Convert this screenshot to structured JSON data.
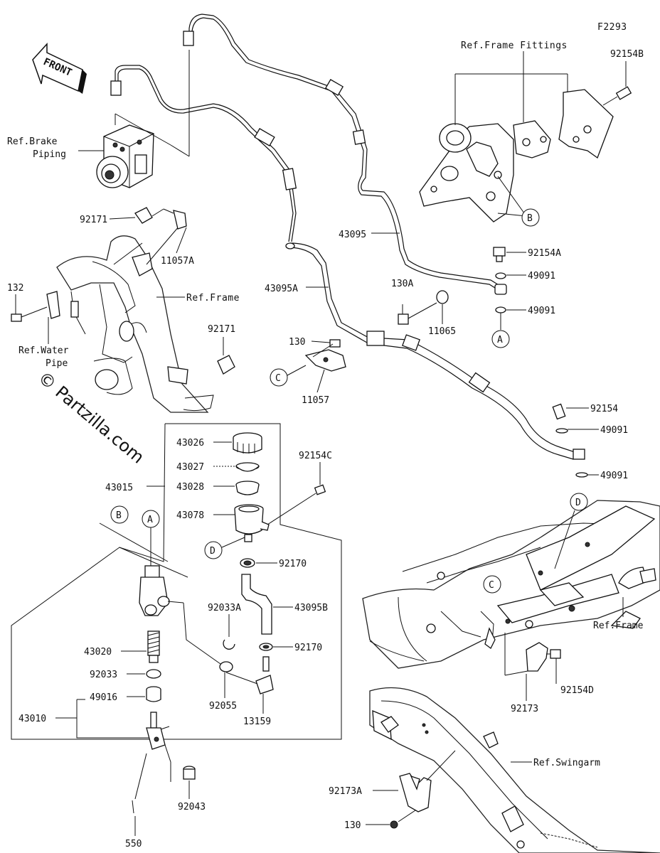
{
  "figure_id": "F2293",
  "front_arrow": "FRONT",
  "watermark": "© Partzilla.com",
  "refs": {
    "frame_fittings": "Ref.Frame Fittings",
    "brake_piping_1": "Ref.Brake",
    "brake_piping_2": "Piping",
    "frame_1": "Ref.Frame",
    "water_pipe_1": "Ref.Water",
    "water_pipe_2": "Pipe",
    "frame_2": "Ref.Frame",
    "swingarm": "Ref.Swingarm"
  },
  "callouts": {
    "a1": "A",
    "a2": "A",
    "b1": "B",
    "b2": "B",
    "c1": "C",
    "c2": "C",
    "d1": "D",
    "d2": "D"
  },
  "parts": {
    "p92154B": "92154B",
    "p92171a": "92171",
    "p11057A": "11057A",
    "p132": "132",
    "p92171b": "92171",
    "p43095": "43095",
    "p92154A": "92154A",
    "p49091a": "49091",
    "p49091b": "49091",
    "p43095A": "43095A",
    "p130A": "130A",
    "p11065": "11065",
    "p130a": "130",
    "p11057": "11057",
    "p92154": "92154",
    "p49091c": "49091",
    "p49091d": "49091",
    "p43026": "43026",
    "p43027": "43027",
    "p43028": "43028",
    "p43078": "43078",
    "p43015": "43015",
    "p92154C": "92154C",
    "p92170a": "92170",
    "p92033A": "92033A",
    "p43095B": "43095B",
    "p92170b": "92170",
    "p43020": "43020",
    "p92033": "92033",
    "p49016": "49016",
    "p43010": "43010",
    "p92055": "92055",
    "p13159": "13159",
    "p92043": "92043",
    "p550": "550",
    "p92173": "92173",
    "p92154D": "92154D",
    "p92173A": "92173A",
    "p130b": "130"
  }
}
